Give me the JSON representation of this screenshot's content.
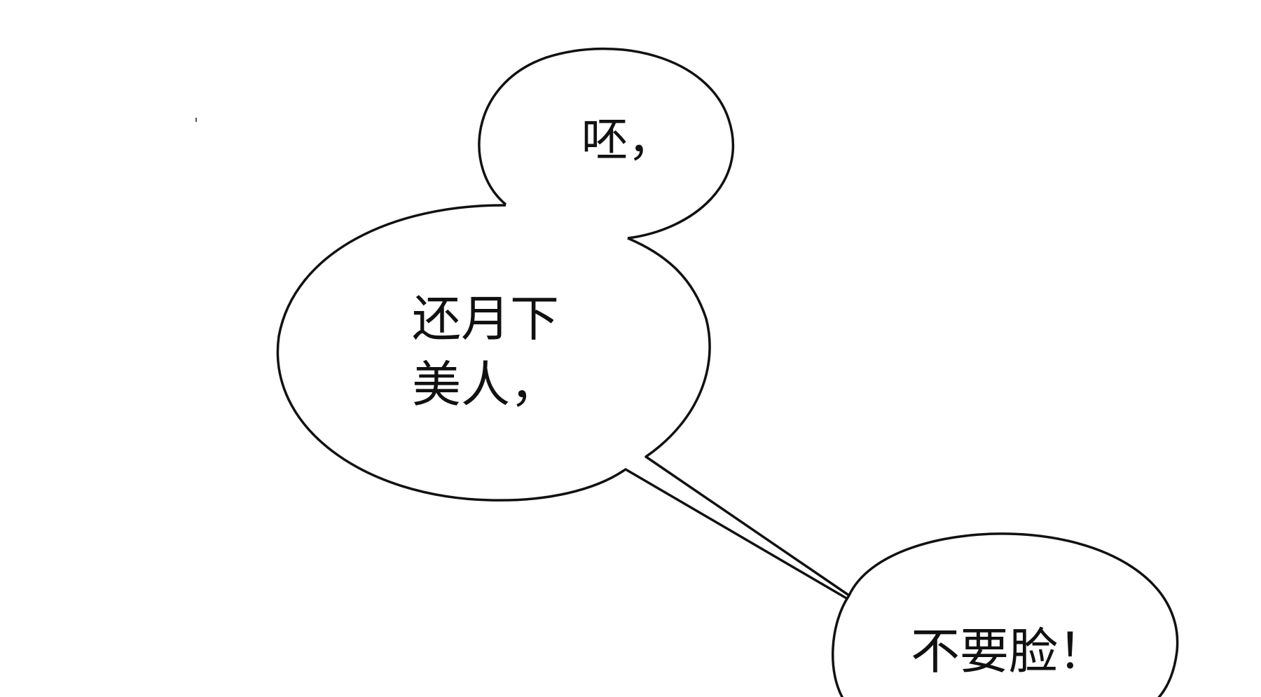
{
  "bubbles": {
    "top": {
      "text": "呸，"
    },
    "middle": {
      "text": "还月下\n美人，"
    },
    "bottom": {
      "text": "不要脸！"
    }
  },
  "colors": {
    "background": "#ffffff",
    "outline": "#111111"
  }
}
